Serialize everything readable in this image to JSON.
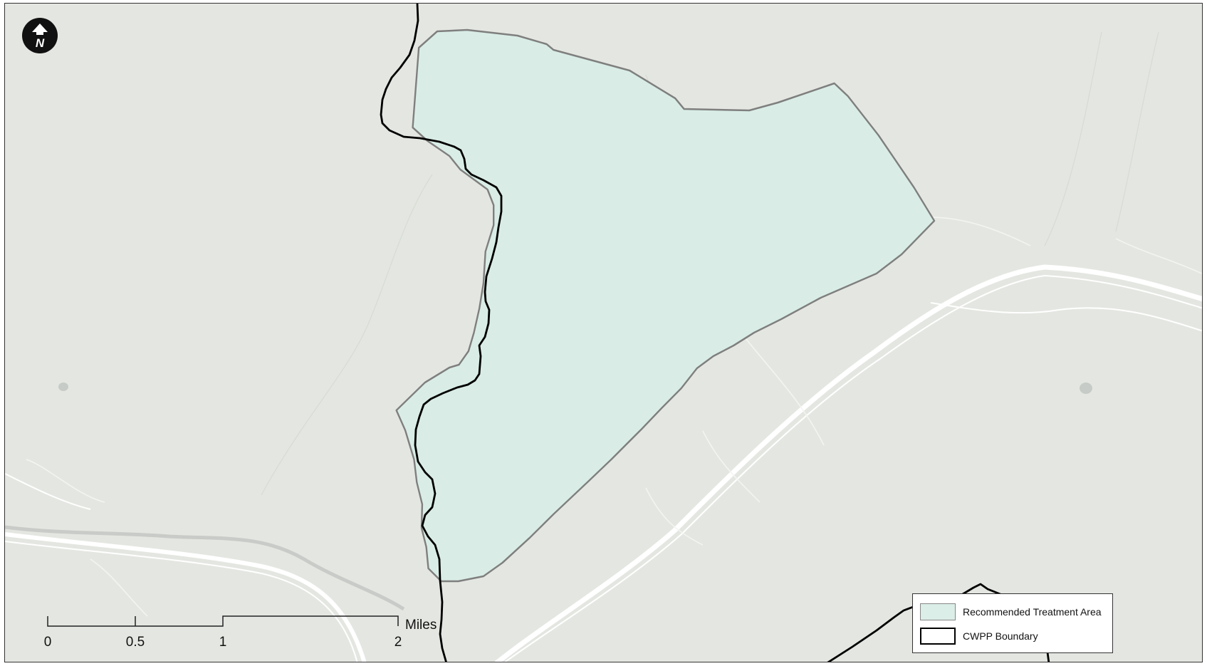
{
  "map": {
    "north_arrow_letter": "N",
    "scale_bar": {
      "unit": "Miles",
      "ticks": [
        "0",
        "0.5",
        "1",
        "2"
      ]
    },
    "legend": {
      "items": [
        {
          "label": "Recommended Treatment Area",
          "fill": "#dbeee7",
          "stroke": "#888888"
        },
        {
          "label": "CWPP Boundary",
          "fill": "#ffffff",
          "stroke": "#000000"
        }
      ]
    },
    "colors": {
      "basemap": "#e4e7e1",
      "treatment_fill": "#d9ede6",
      "treatment_stroke": "#7f7f7f",
      "cwpp_line": "#000000",
      "roads": "#ffffff",
      "river": "#c9ccc8"
    }
  }
}
